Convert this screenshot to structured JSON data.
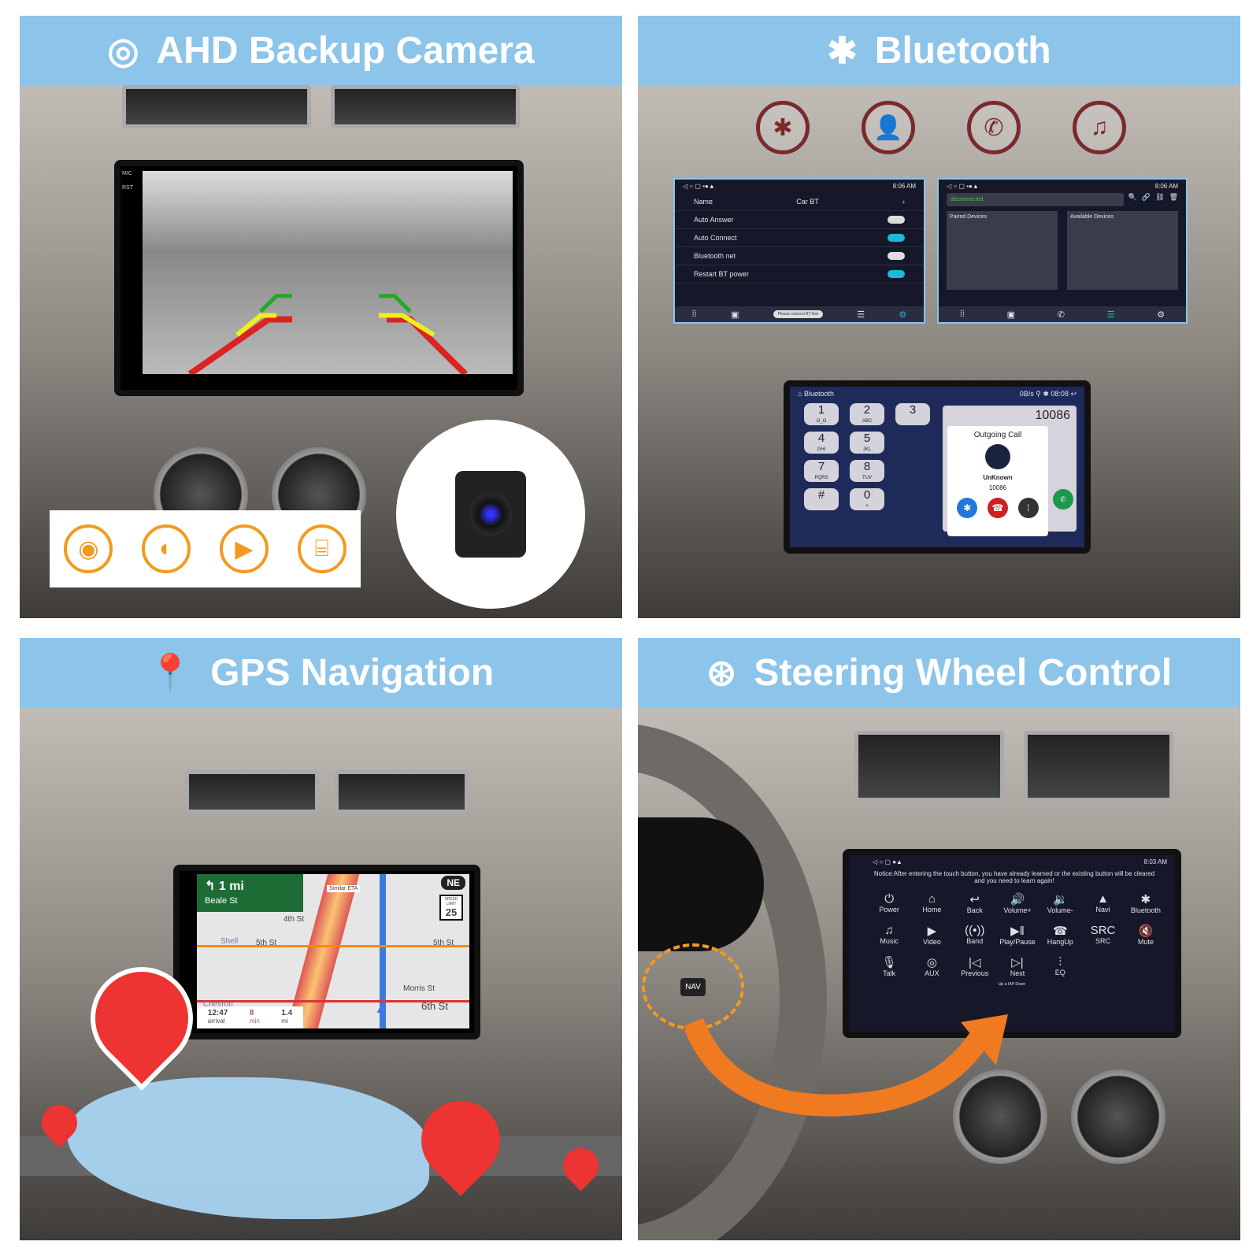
{
  "panels": {
    "camera": {
      "title": "AHD Backup Camera",
      "icon": "camera-icon",
      "side_labels": [
        "MIC",
        "RST"
      ],
      "features": [
        "eye-icon",
        "wide-angle-icon",
        "video-camera-icon",
        "parking-guide-icon"
      ]
    },
    "bluetooth": {
      "title": "Bluetooth",
      "icon": "bluetooth-icon",
      "feature_icons": [
        "bluetooth-icon",
        "contact-icon",
        "phone-call-icon",
        "music-icon"
      ],
      "settings_screen": {
        "time": "8:06 AM",
        "rows": [
          {
            "label": "Name",
            "value": "Car BT"
          },
          {
            "label": "Auto Answer",
            "on": false
          },
          {
            "label": "Auto Connect",
            "on": true
          },
          {
            "label": "Bluetooth net",
            "on": false
          },
          {
            "label": "Restart BT power",
            "on": true
          }
        ],
        "toast": "Please connect BT first"
      },
      "devices_screen": {
        "time": "8:06 AM",
        "status": "disconnected",
        "paired": "Paired Devices",
        "available": "Available Devices"
      },
      "dialer": {
        "app": "Bluetooth",
        "status_speed": "0B/s",
        "time": "08:08",
        "number": "10086",
        "keys": [
          {
            "d": "1",
            "l": "O_O"
          },
          {
            "d": "2",
            "l": "ABC"
          },
          {
            "d": "3",
            "l": ""
          },
          {
            "d": "4",
            "l": "GHI"
          },
          {
            "d": "5",
            "l": "JKL"
          },
          {
            "d": "7",
            "l": "PQRS"
          },
          {
            "d": "8",
            "l": "TUV"
          },
          {
            "d": "#",
            "l": ""
          },
          {
            "d": "0",
            "l": "+"
          }
        ],
        "popup": {
          "title": "Outgoing Call",
          "name": "UnKnown",
          "number": "10086"
        }
      }
    },
    "gps": {
      "title": "GPS Navigation",
      "icon": "location-pin-icon",
      "nav": {
        "distance": "1 mi",
        "street": "Beale St",
        "heading": "NE",
        "speed_limit_label": "SPEED LIMIT",
        "speed_limit": "25",
        "similar_eta": "Similar ETA",
        "streets": [
          "4th St",
          "5th St",
          "5th St",
          "Morris St",
          "6th St",
          "Chevron",
          "Shell"
        ],
        "arrival": "12:47",
        "arrival_label": "arrival",
        "minutes": "8",
        "minutes_label": "min",
        "miles": "1.4",
        "miles_label": "mi"
      }
    },
    "steering": {
      "title": "Steering Wheel Control",
      "icon": "steering-wheel-icon",
      "screen": {
        "time": "8:03 AM",
        "notice": "Notice:After entering the touch button, you have already learned or the existing button will be cleared and you need to learn again!",
        "buttons": [
          {
            "g": "⏻",
            "l": "Power"
          },
          {
            "g": "⌂",
            "l": "Home"
          },
          {
            "g": "↩",
            "l": "Back"
          },
          {
            "g": "🔊",
            "l": "Volume+"
          },
          {
            "g": "🔉",
            "l": "Volume-"
          },
          {
            "g": "▲",
            "l": "Navi"
          },
          {
            "g": "✱",
            "l": "Bluetooth"
          },
          {
            "g": "♫",
            "l": "Music"
          },
          {
            "g": "▶",
            "l": "Video"
          },
          {
            "g": "((•))",
            "l": "Band"
          },
          {
            "g": "▶‖",
            "l": "Play/Pause"
          },
          {
            "g": "☎",
            "l": "HangUp"
          },
          {
            "g": "SRC",
            "l": "SRC"
          },
          {
            "g": "🔇",
            "l": "Mute"
          },
          {
            "g": "🎙",
            "l": "Talk"
          },
          {
            "g": "◎",
            "l": "AUX"
          },
          {
            "g": "|◁",
            "l": "Previous"
          },
          {
            "g": "▷|",
            "l": "Next"
          },
          {
            "g": "⫶",
            "l": "EQ"
          }
        ],
        "footer": [
          "Up",
          "IAP Down"
        ]
      },
      "wheel_label": "NAV"
    }
  }
}
